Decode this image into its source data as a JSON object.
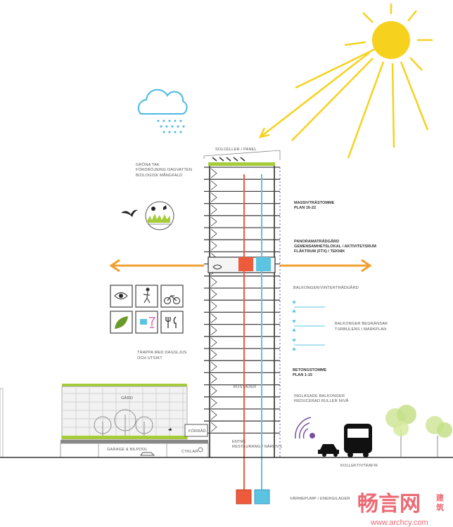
{
  "labels": {
    "solar": "SOLCELLER / PANEL",
    "green_roof": [
      "GRÖNA TAK",
      "FÖRDRÖJNING DAGVATTEN",
      "BIOLOGISK MÅNGFALD"
    ],
    "massive_wood": [
      "MASSIVTRÄSTOMME",
      "PLAN 16-22"
    ],
    "panorama": [
      "PANORAMATRÄDGÅRD",
      "GEMENSAMHETSLOKAL / AKTIVITETSRUM",
      "FLÄKTRUM (FTX) / TEKNIK"
    ],
    "balconies_winter": "BALKONGER/VINTERTRÄDGÅRD",
    "balconies_turbulence": [
      "BALKONGER BEGRÄNSAR",
      "TURBULENS I MARKPLAN"
    ],
    "concrete": [
      "BETONGSTOMME",
      "PLAN 1-15"
    ],
    "glazed": [
      "INGLASADE BALKONGER",
      "REDUCERAD BULLER NIVÅ"
    ],
    "stairs": [
      "TRAPPA MED DAGSLJUS",
      "OCH UTSIKT"
    ],
    "courtyard": "GÅRD",
    "garage": "GARAGE & BILPOOL",
    "storage": "FÖRRÅD",
    "bikes": "CYKLAR",
    "apartments": "BOSTÄDER",
    "entrance": [
      "ENTRÉ",
      "RESTAURANG / NÄRLIVS"
    ],
    "transit": "KOLLEKTIVTRAFIK",
    "heatpump": "VÄRMEPUMP / ENERGILAGER"
  },
  "watermark": {
    "text": "畅言网",
    "side": "建筑",
    "url": "www.archcy.com"
  },
  "colors": {
    "sun": "#f6d21e",
    "orange": "#f0a030",
    "red": "#ee5a3c",
    "blue": "#5cc4e0",
    "green": "#a6cc3a",
    "purple": "#7a4fa0",
    "rain": "#4cb8e0"
  }
}
